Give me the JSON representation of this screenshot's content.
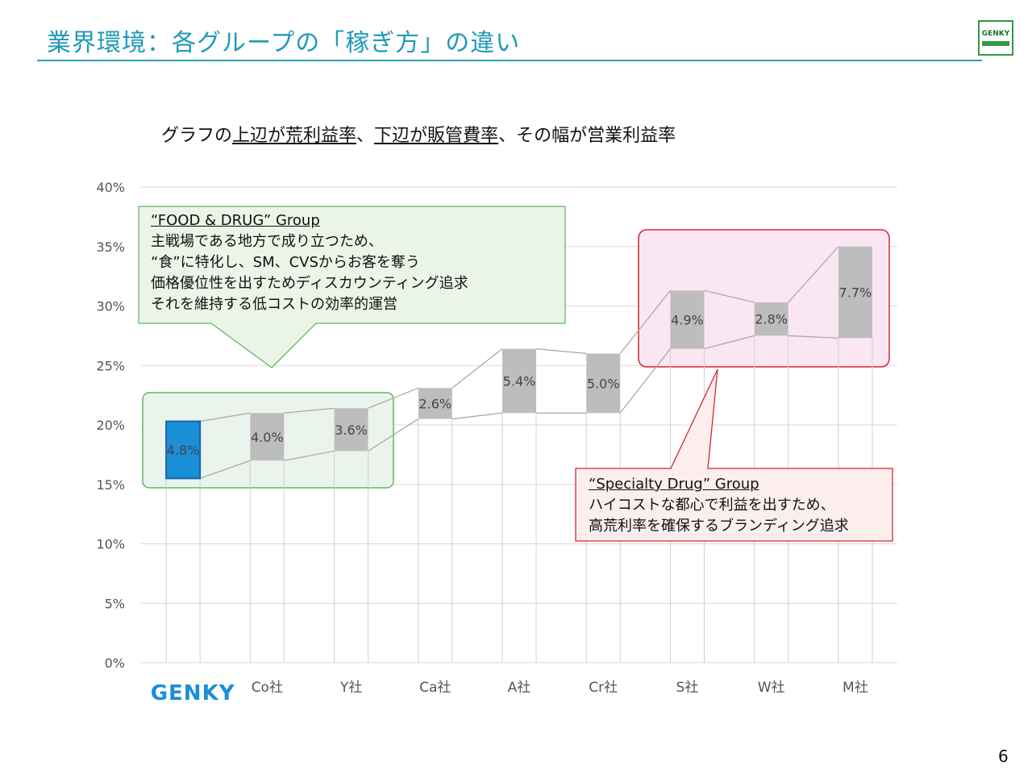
{
  "header": {
    "title": "業界環境：各グループの「稼ぎ方」の違い",
    "logo_text": "GENKY"
  },
  "subtitle": {
    "part1": "グラフの",
    "part2": "上辺が荒利益率",
    "part3": "、",
    "part4": "下辺が販管費率",
    "part5": "、その幅が営業利益率"
  },
  "callouts": {
    "food_drug": {
      "heading": "“FOOD & DRUG” Group",
      "lines": [
        "主戦場である地方で成り立つため、",
        "“食”に特化し、SM、CVSからお客を奪う",
        "価格優位性を出すためディスカウンティング追求",
        "それを維持する低コストの効率的運営"
      ]
    },
    "specialty": {
      "heading": "“Specialty Drug” Group",
      "lines": [
        "ハイコストな都心で利益を出すため、",
        "高荒利率を確保するブランディング追求"
      ]
    }
  },
  "colors": {
    "title": "#1e9ab8",
    "genky_bar": "#1a8fd6",
    "other_bar": "#bdbdbd",
    "food_drug_fill": "#eaf4ec",
    "food_drug_border": "#5fb85f",
    "specialty_fill": "#fbe6f3",
    "specialty_border": "#d6262f",
    "callout_green_fill": "#eaf5e8",
    "callout_red_fill": "#fdeeee"
  },
  "chart_data": {
    "type": "floating-bar",
    "categories": [
      "GENKY",
      "Co社",
      "Y社",
      "Ca社",
      "A社",
      "Cr社",
      "S社",
      "W社",
      "M社"
    ],
    "gross_margin": [
      20.3,
      21.0,
      21.4,
      23.1,
      26.4,
      26.0,
      31.3,
      30.3,
      35.0
    ],
    "sga_ratio": [
      15.5,
      17.0,
      17.8,
      20.5,
      21.0,
      21.0,
      26.4,
      27.5,
      27.3
    ],
    "operating_margin_labels": [
      "4.8%",
      "4.0%",
      "3.6%",
      "2.6%",
      "5.4%",
      "5.0%",
      "4.9%",
      "2.8%",
      "7.7%"
    ],
    "y_ticks": [
      "0%",
      "5%",
      "10%",
      "15%",
      "20%",
      "25%",
      "30%",
      "35%",
      "40%"
    ],
    "ylim": [
      0,
      40
    ],
    "grid": true
  },
  "page_number": "6"
}
